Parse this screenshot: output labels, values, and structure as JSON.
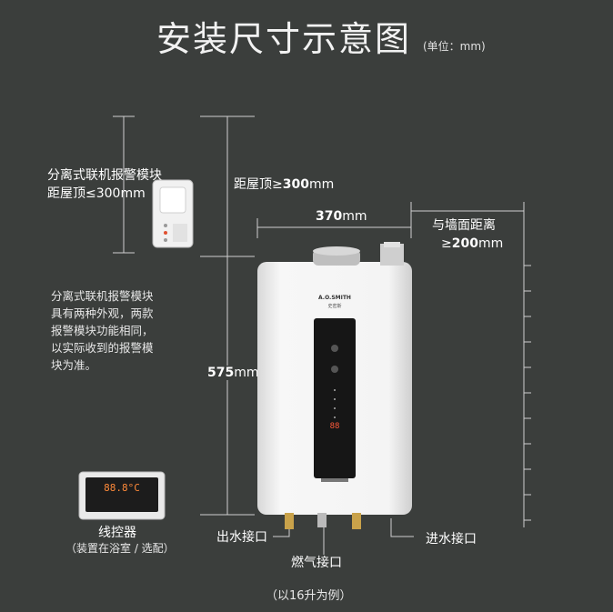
{
  "title": "安装尺寸示意图",
  "unit": "(单位：mm)",
  "alarm_module": {
    "line1": "分离式联机报警模块",
    "line2_prefix": "距屋顶≤",
    "line2_value": "300mm"
  },
  "roof_distance": {
    "prefix": "距屋顶≥",
    "value": "300",
    "suffix": "mm"
  },
  "width_dim": {
    "value": "370",
    "suffix": "mm"
  },
  "wall_distance": {
    "line1": "与墙面距离",
    "prefix": "≥",
    "value": "200",
    "suffix": "mm"
  },
  "height_dim": {
    "value": "575",
    "suffix": "mm"
  },
  "module_note": [
    "分离式联机报警模块",
    "具有两种外观，两款",
    "报警模块功能相同，",
    "以实际收到的报警模",
    "块为准。"
  ],
  "brand": "A.O.SMITH",
  "brand_cn": "史密斯",
  "heater_display": "88",
  "controller": {
    "display": "88.8°C",
    "label": "线控器",
    "sublabel": "（装置在浴室 / 选配）"
  },
  "ports": {
    "water_out": "出水接口",
    "gas": "燃气接口",
    "water_in": "进水接口"
  },
  "example_note": "（以16升为例）"
}
